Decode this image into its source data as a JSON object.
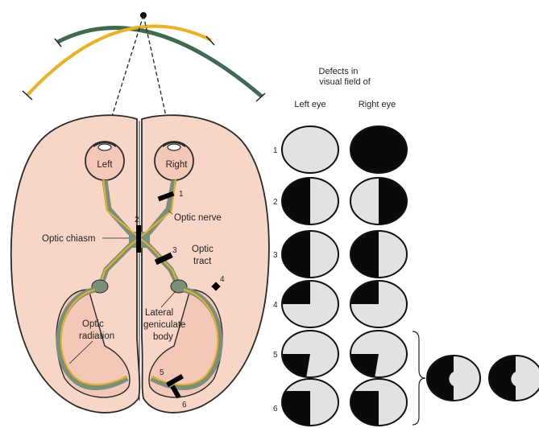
{
  "colors": {
    "brain_fill": "#f7d6c7",
    "brain_outline": "#2b2b2b",
    "pathway_green": "#7c8f7b",
    "pathway_yellow": "#e8b22a",
    "arc_green": "#3e6a4f",
    "arc_yellow": "#e8b22a",
    "field_light": "#e1e3e0",
    "field_dark": "#0a0a0a"
  },
  "eye_labels": {
    "left": "Left",
    "right": "Right"
  },
  "pathway_labels": {
    "optic_nerve": "Optic nerve",
    "optic_chiasm": "Optic chiasm",
    "optic_tract_line1": "Optic",
    "optic_tract_line2": "tract",
    "optic_radiation_line1": "Optic",
    "optic_radiation_line2": "radiation",
    "lgb_line1": "Lateral",
    "lgb_line2": "geniculate",
    "lgb_line3": "body"
  },
  "lesion_markers": [
    "1",
    "2",
    "3",
    "4",
    "5",
    "6"
  ],
  "defects": {
    "heading_line1": "Defects in",
    "heading_line2": "visual field of",
    "col_left": "Left eye",
    "col_right": "Right eye",
    "rows": [
      {
        "number": "1",
        "left": "none",
        "right": "complete"
      },
      {
        "number": "2",
        "left": "left-half",
        "right": "right-half"
      },
      {
        "number": "3",
        "left": "left-half",
        "right": "left-half"
      },
      {
        "number": "4",
        "left": "upper-left-quadrant",
        "right": "upper-left-quadrant"
      },
      {
        "number": "5",
        "left": "lower-left-wedge",
        "right": "lower-left-wedge"
      },
      {
        "number": "6",
        "left": "lower-left-quadrant",
        "right": "lower-left-quadrant"
      }
    ],
    "combined": [
      "left-half-macular-sparing",
      "left-half-macular-sparing"
    ]
  }
}
